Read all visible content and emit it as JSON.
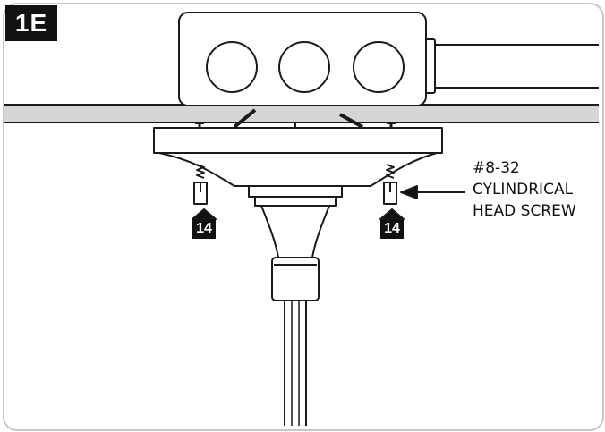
{
  "step_label": "1E",
  "callout": {
    "line1": "#8-32",
    "line2": "CYLINDRICAL",
    "line3": "HEAD SCREW"
  },
  "part_tags": {
    "left": "14",
    "right": "14"
  },
  "colors": {
    "outline": "#1a1a1a",
    "ceiling_fill": "#d6d6d6",
    "badge_fill": "#111111",
    "frame_border": "#c8c8c8"
  }
}
